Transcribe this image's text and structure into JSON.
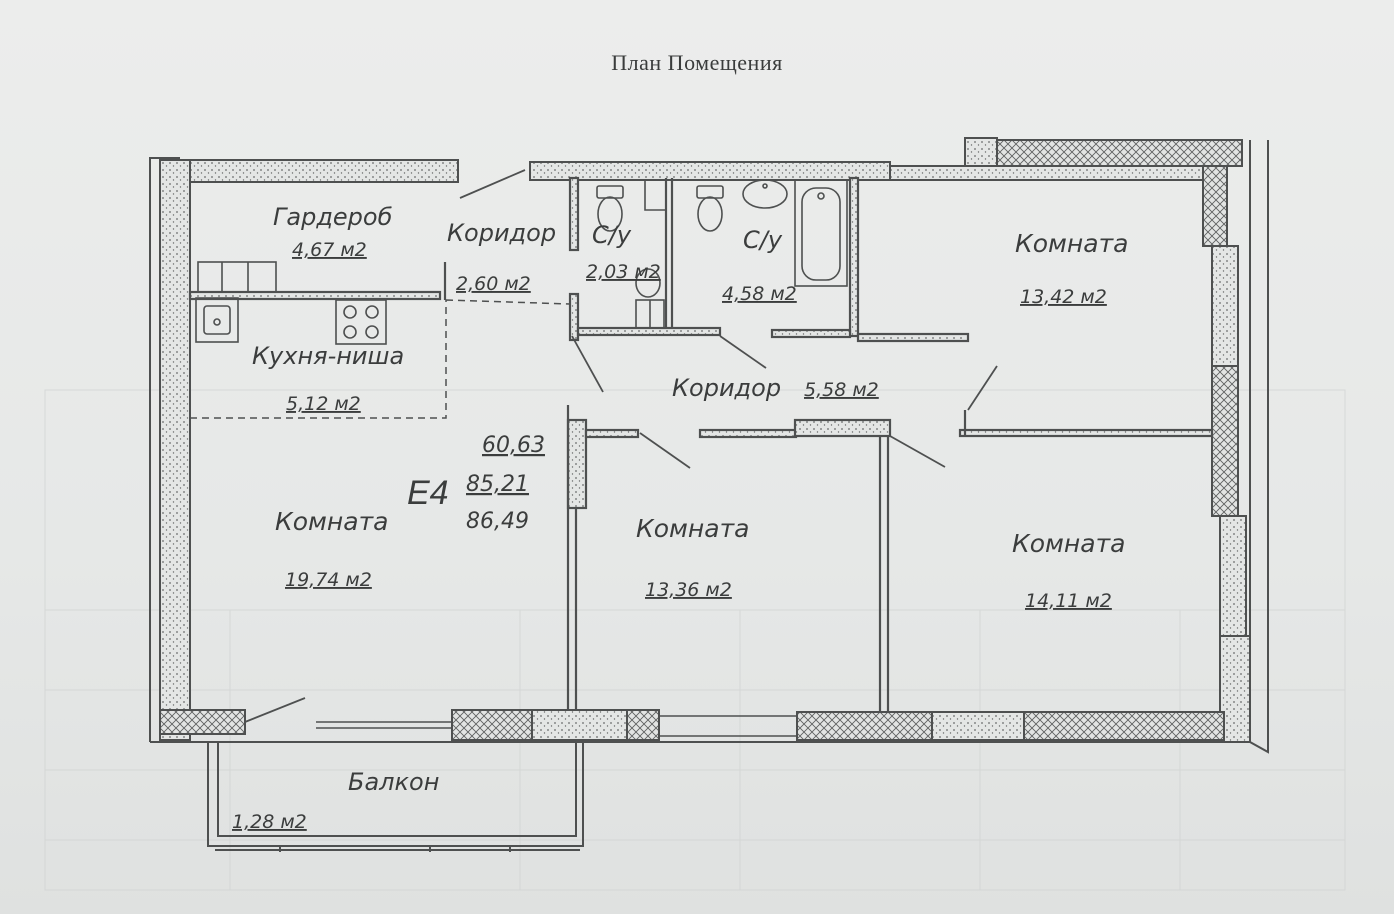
{
  "title": "План Помещения",
  "apartment": {
    "code": "Е4",
    "areas": [
      "60,63",
      "85,21",
      "86,49"
    ]
  },
  "rooms": [
    {
      "id": "garderob",
      "name": "Гардероб",
      "area": "4,67 м2"
    },
    {
      "id": "corridor-1",
      "name": "Коридор",
      "area": "2,60 м2"
    },
    {
      "id": "bath-small",
      "name": "С/у",
      "area": "2,03 м2"
    },
    {
      "id": "bath-large",
      "name": "С/у",
      "area": "4,58 м2"
    },
    {
      "id": "room-ne",
      "name": "Комната",
      "area": "13,42 м2"
    },
    {
      "id": "kitchen",
      "name": "Кухня-ниша",
      "area": "5,12 м2"
    },
    {
      "id": "corridor-2",
      "name": "Коридор",
      "area": "5,58 м2"
    },
    {
      "id": "room-w",
      "name": "Комната",
      "area": "19,74 м2"
    },
    {
      "id": "room-c",
      "name": "Комната",
      "area": "13,36 м2"
    },
    {
      "id": "room-e",
      "name": "Комната",
      "area": "14,11 м2"
    },
    {
      "id": "balcony",
      "name": "Балкон",
      "area": "1,28 м2"
    }
  ],
  "colors": {
    "paper": "#e9ebea",
    "ink": "#3b3d3d",
    "wall": "#5a5c5c",
    "hatch": "#6a6c6c"
  }
}
